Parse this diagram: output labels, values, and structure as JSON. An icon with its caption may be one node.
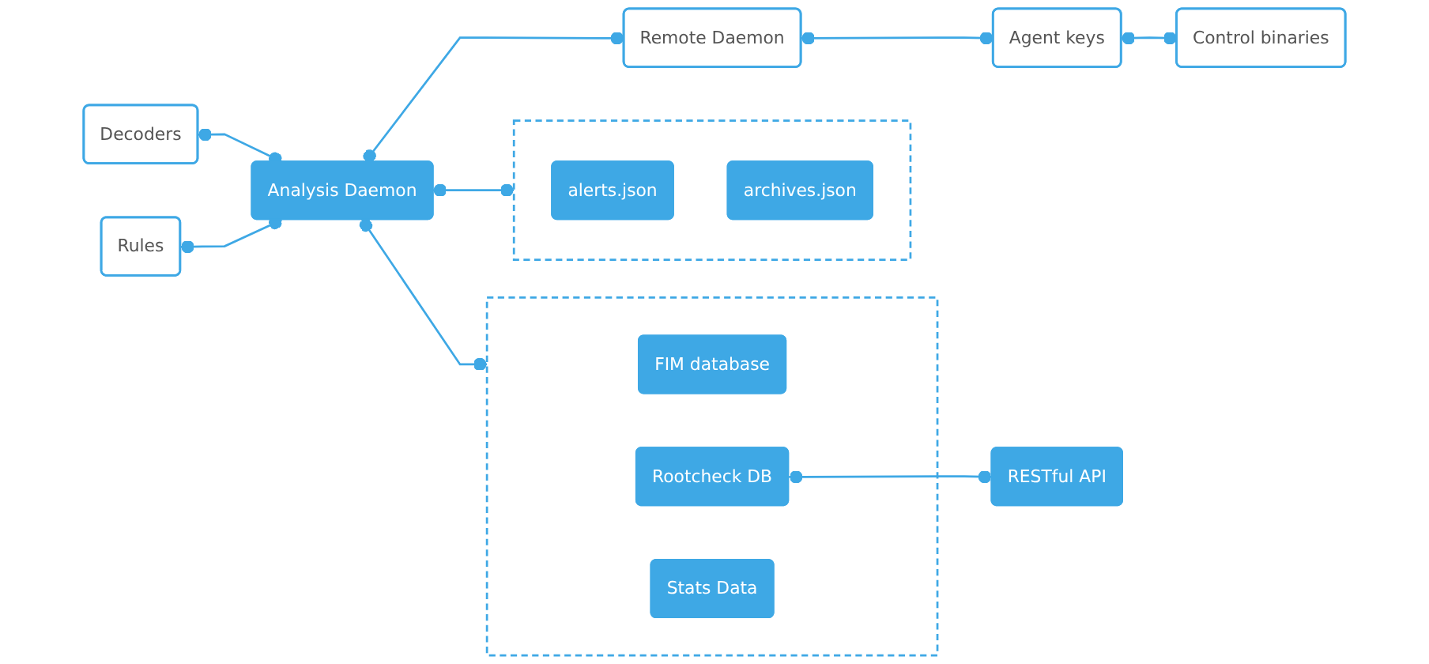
{
  "diagram": {
    "nodes": [
      {
        "text": [
          "Decoders"
        ]
      },
      {
        "text": [
          "Rules"
        ]
      },
      {
        "text": [
          "Analysis Daemon"
        ]
      },
      {
        "text": [
          "Remote Daemon"
        ]
      },
      {
        "text": [
          "Agent keys"
        ]
      },
      {
        "text": [
          "Control binaries"
        ]
      },
      {
        "text": [],
        "shape": "box"
      },
      {
        "text": [
          "alerts.json"
        ],
        "in": 6
      },
      {
        "text": [
          "archives.json"
        ],
        "in": 6
      },
      {
        "text": [],
        "shape": "box"
      },
      {
        "text": [
          "FIM database"
        ],
        "in": 9
      },
      {
        "text": [
          "Rootcheck DB"
        ],
        "in": 9
      },
      {
        "text": [
          "Stats Data"
        ],
        "in": 9
      },
      {
        "text": [
          "RESTful API"
        ]
      }
    ],
    "edges": [
      {
        "from": 0,
        "to": 2,
        "arrow": "other"
      },
      {
        "from": 1,
        "to": 2,
        "arrow": "other"
      },
      {
        "from": 2,
        "to": 3,
        "arrow": "other"
      },
      {
        "from": 3,
        "to": 4,
        "arrow": "other"
      },
      {
        "from": 4,
        "to": 5,
        "arrow": "other"
      },
      {
        "from": 2,
        "to": 6,
        "arrow": "other"
      },
      {
        "from": 2,
        "to": 9,
        "arrow": "other"
      },
      {
        "from": 11,
        "to": 13,
        "arrow": "other"
      }
    ]
  }
}
